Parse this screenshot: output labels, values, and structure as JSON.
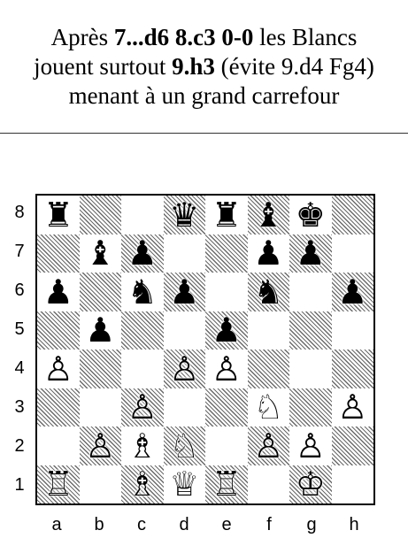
{
  "caption": {
    "line1_pre": "Après ",
    "line1_bold": "7...d6 8.c3 0-0",
    "line1_post": " les Blancs",
    "line2_pre": "jouent surtout ",
    "line2_bold": "9.h3",
    "line2_post": " (évite 9.d4 Fg4)",
    "line3": "menant à un grand carrefour"
  },
  "board": {
    "ranks": [
      "8",
      "7",
      "6",
      "5",
      "4",
      "3",
      "2",
      "1"
    ],
    "files": [
      "a",
      "b",
      "c",
      "d",
      "e",
      "f",
      "g",
      "h"
    ],
    "rows": [
      [
        "♜",
        "",
        "",
        "♛",
        "♜",
        "♝",
        "♚",
        ""
      ],
      [
        "",
        "♝",
        "♟",
        "",
        "",
        "♟",
        "♟",
        ""
      ],
      [
        "♟",
        "",
        "♞",
        "♟",
        "",
        "♞",
        "",
        "♟"
      ],
      [
        "",
        "♟",
        "",
        "",
        "♟",
        "",
        "",
        ""
      ],
      [
        "♙",
        "",
        "",
        "♙",
        "♙",
        "",
        "",
        ""
      ],
      [
        "",
        "",
        "♙",
        "",
        "",
        "♘",
        "",
        "♙"
      ],
      [
        "",
        "♙",
        "♗",
        "♘",
        "",
        "♙",
        "♙",
        ""
      ],
      [
        "♖",
        "",
        "♗",
        "♕",
        "♖",
        "",
        "♔",
        ""
      ]
    ]
  }
}
